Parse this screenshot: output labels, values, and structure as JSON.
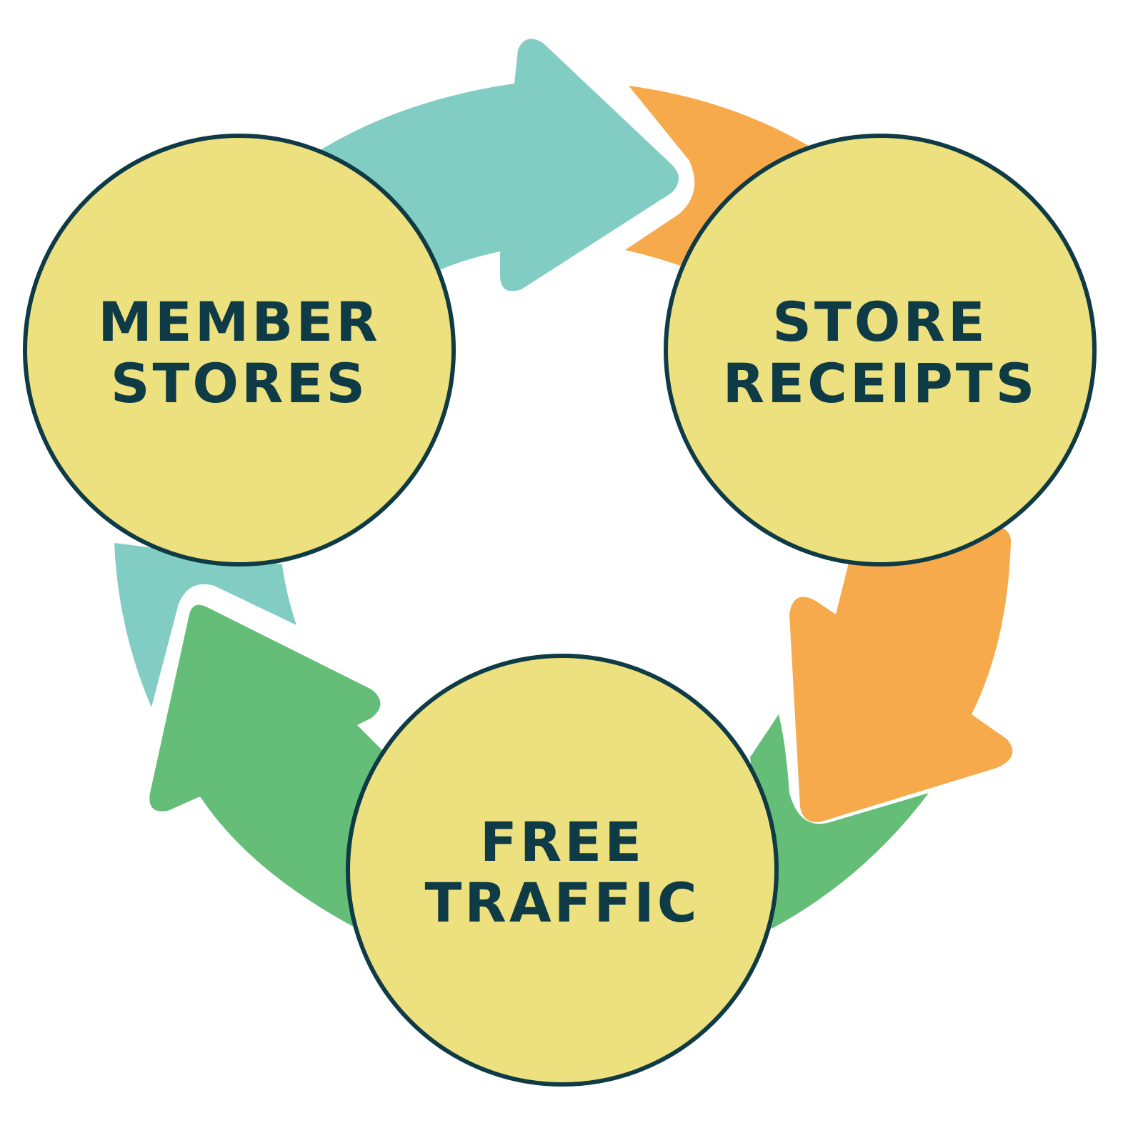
{
  "diagram": {
    "type": "cycle",
    "colors": {
      "background": "#ffffff",
      "node_fill": "#ede07e",
      "node_stroke": "#0e3b45",
      "text": "#0e3b45",
      "arrow_teal": "#82cdc3",
      "arrow_orange": "#f6aa4c",
      "arrow_green": "#64be78"
    },
    "nodes": [
      {
        "id": "member-stores",
        "line1": "MEMBER",
        "line2": "STORES"
      },
      {
        "id": "store-receipts",
        "line1": "STORE",
        "line2": "RECEIPTS"
      },
      {
        "id": "free-traffic",
        "line1": "FREE",
        "line2": "TRAFFIC"
      }
    ],
    "edges": [
      {
        "from": "member-stores",
        "to": "store-receipts",
        "color": "teal"
      },
      {
        "from": "store-receipts",
        "to": "free-traffic",
        "color": "orange"
      },
      {
        "from": "free-traffic",
        "to": "member-stores",
        "color": "green"
      }
    ]
  }
}
